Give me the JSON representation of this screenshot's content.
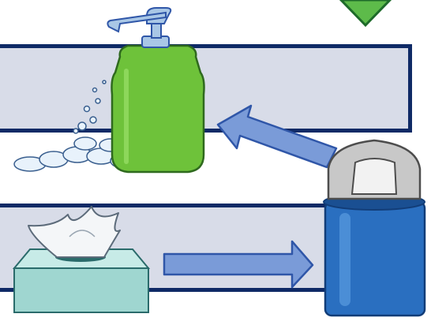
{
  "diagram": {
    "sequence": [
      "tissue-box",
      "trash-can",
      "soap-dispenser"
    ],
    "arrows": [
      {
        "from": "tissue-box",
        "to": "trash-can",
        "direction": "right"
      },
      {
        "from": "trash-can",
        "to": "soap-dispenser",
        "direction": "up-left"
      }
    ],
    "marker": {
      "shape": "down-triangle"
    }
  },
  "colors": {
    "band_fill": "#d8dce8",
    "band_border": "#0f2a66",
    "arrow_fill": "#7a9bd8",
    "arrow_stroke": "#2f56a8",
    "soap_green": "#6ec23a",
    "pump_blue": "#a9c7e6",
    "bubble": "#e8f2fb",
    "tissue_box": "#9fd6d0",
    "trash_blue": "#2a6fc0",
    "trash_lid": "#c8c8c8",
    "marker_green": "#5dbb4a"
  }
}
